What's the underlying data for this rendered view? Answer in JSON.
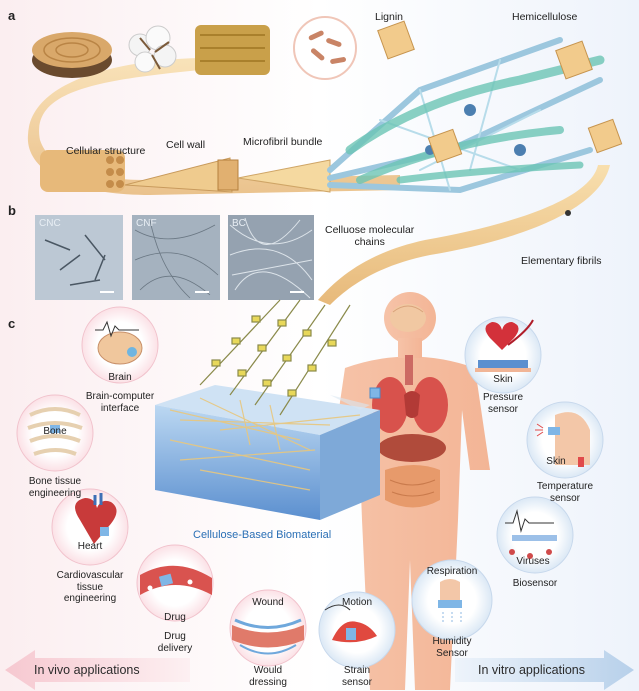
{
  "panels": {
    "a": "a",
    "b": "b",
    "c": "c"
  },
  "hierarchy": {
    "cellular_structure": "Cellular structure",
    "cell_wall": "Cell wall",
    "microfibril_bundle": "Microfibril bundle",
    "lignin": "Lignin",
    "hemicellulose": "Hemicellulose",
    "elementary_fibrils": "Elementary fibrils",
    "molecular_chains": "Celluose molecular\nchains"
  },
  "micrographs": [
    "CNC",
    "CNF",
    "BC"
  ],
  "center_caption": "Cellulose-Based Biomaterial",
  "in_vivo": [
    {
      "circle": "Brain",
      "sub": "Brain-computer\ninterface"
    },
    {
      "circle": "Bone",
      "sub": "Bone tissue\nengineering"
    },
    {
      "circle": "Heart",
      "sub": "Cardiovascular\ntissue\nengineering"
    },
    {
      "circle": "Drug",
      "sub": "Drug\ndelivery"
    },
    {
      "circle": "Wound",
      "sub": "Would\ndressing"
    }
  ],
  "in_vitro": [
    {
      "circle": "Skin",
      "sub": "Pressure\nsensor"
    },
    {
      "circle": "Skin",
      "sub": "Temperature\nsensor"
    },
    {
      "circle": "Viruses",
      "sub": "Biosensor"
    },
    {
      "circle": "Respiration",
      "sub": "Humidity\nSensor"
    },
    {
      "circle": "Motion",
      "sub": "Strain\nsensor"
    }
  ],
  "bottom": {
    "left": "In vivo applications",
    "right": "In vitro applications"
  },
  "colors": {
    "fiber": "#f2cf94",
    "hemicellulose": "#7fd1c5",
    "lignin": "#5e8fb8",
    "accent_blue": "#2a6fb5",
    "pink": "#f6c9d3",
    "light_blue": "#c9dcf0"
  }
}
